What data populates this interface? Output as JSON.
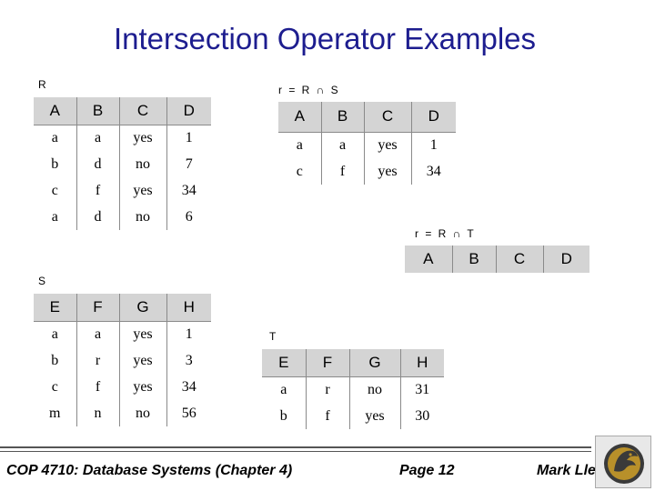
{
  "title": "Intersection Operator Examples",
  "labels": {
    "r": "R",
    "r_cap_s": "r = R ∩ S",
    "r_cap_t": "r = R ∩ T",
    "s": "S",
    "t": "T"
  },
  "relation_r": {
    "headers": [
      "A",
      "B",
      "C",
      "D"
    ],
    "rows": [
      [
        "a",
        "a",
        "yes",
        "1"
      ],
      [
        "b",
        "d",
        "no",
        "7"
      ],
      [
        "c",
        "f",
        "yes",
        "34"
      ],
      [
        "a",
        "d",
        "no",
        "6"
      ]
    ]
  },
  "result_r_cap_s": {
    "headers": [
      "A",
      "B",
      "C",
      "D"
    ],
    "rows": [
      [
        "a",
        "a",
        "yes",
        "1"
      ],
      [
        "c",
        "f",
        "yes",
        "34"
      ]
    ]
  },
  "result_r_cap_t": {
    "headers": [
      "A",
      "B",
      "C",
      "D"
    ],
    "rows": []
  },
  "relation_s": {
    "headers": [
      "E",
      "F",
      "G",
      "H"
    ],
    "rows": [
      [
        "a",
        "a",
        "yes",
        "1"
      ],
      [
        "b",
        "r",
        "yes",
        "3"
      ],
      [
        "c",
        "f",
        "yes",
        "34"
      ],
      [
        "m",
        "n",
        "no",
        "56"
      ]
    ]
  },
  "relation_t": {
    "headers": [
      "E",
      "F",
      "G",
      "H"
    ],
    "rows": [
      [
        "a",
        "r",
        "no",
        "31"
      ],
      [
        "b",
        "f",
        "yes",
        "30"
      ]
    ]
  },
  "footer": {
    "course": "COP 4710: Database Systems  (Chapter 4)",
    "page": "Page 12",
    "author": "Mark Llewellyn"
  },
  "colors": {
    "title": "#1d1d8f",
    "header_bg": "#d4d4d4",
    "logo_gold": "#b8902a"
  },
  "icons": {
    "logo": "university-pegasus-logo"
  }
}
